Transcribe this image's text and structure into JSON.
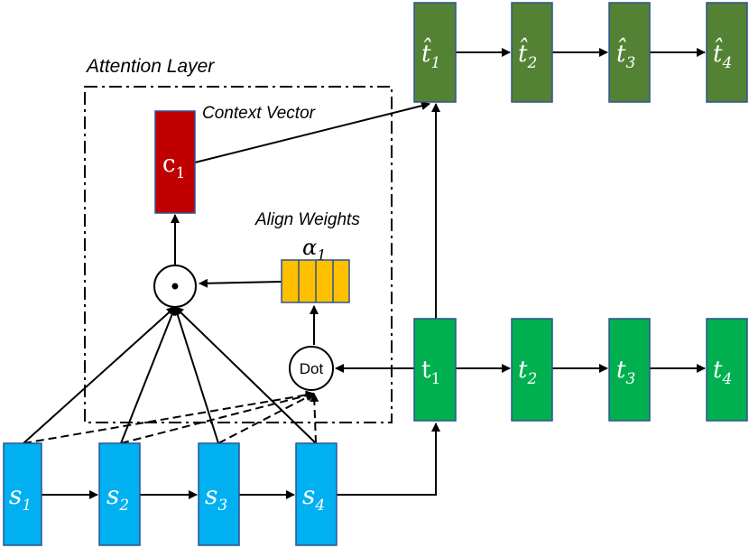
{
  "attention_layer": {
    "title": "Attention Layer",
    "context_vector_label": "Context Vector",
    "align_weights_label": "Align Weights",
    "alpha_symbol": "α",
    "alpha_subscript": "1",
    "dot_label": "Dot",
    "multiply_symbol": "•",
    "context_symbol": "c",
    "context_subscript": "1"
  },
  "encoder": [
    {
      "symbol": "s",
      "subscript": "1"
    },
    {
      "symbol": "s",
      "subscript": "2"
    },
    {
      "symbol": "s",
      "subscript": "3"
    },
    {
      "symbol": "s",
      "subscript": "4"
    }
  ],
  "decoder": [
    {
      "symbol": "t",
      "subscript": "1"
    },
    {
      "symbol": "t",
      "subscript": "2"
    },
    {
      "symbol": "t",
      "subscript": "3"
    },
    {
      "symbol": "t",
      "subscript": "4"
    }
  ],
  "output": [
    {
      "symbol": "t̂",
      "subscript": "1"
    },
    {
      "symbol": "t̂",
      "subscript": "2"
    },
    {
      "symbol": "t̂",
      "subscript": "3"
    },
    {
      "symbol": "t̂",
      "subscript": "4"
    }
  ],
  "colors": {
    "encoder": "#00b0f0",
    "decoder": "#00b050",
    "output": "#548235",
    "context": "#c00000",
    "weights": "#ffc000",
    "border": "#2f528f"
  }
}
